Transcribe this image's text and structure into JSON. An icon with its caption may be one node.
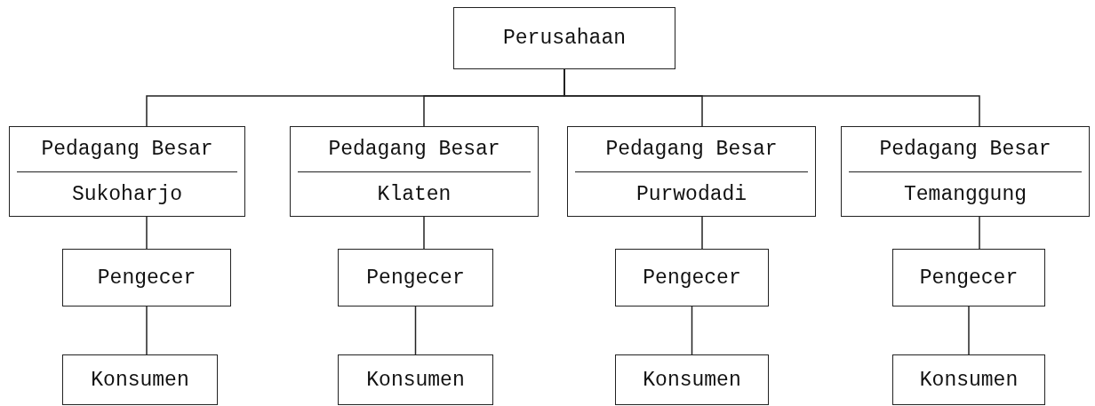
{
  "diagram": {
    "nodes": [
      {
        "text": [
          "Perusahaan"
        ]
      },
      {
        "text": [
          "Pedagang Besar",
          "Sukoharjo"
        ]
      },
      {
        "text": [
          "Pedagang Besar",
          "Klaten"
        ]
      },
      {
        "text": [
          "Pedagang Besar",
          "Purwodadi"
        ]
      },
      {
        "text": [
          "Pedagang Besar",
          "Temanggung"
        ]
      },
      {
        "text": [
          "Pengecer"
        ]
      },
      {
        "text": [
          "Pengecer"
        ]
      },
      {
        "text": [
          "Pengecer"
        ]
      },
      {
        "text": [
          "Pengecer"
        ]
      },
      {
        "text": [
          "Konsumen"
        ]
      },
      {
        "text": [
          "Konsumen"
        ]
      },
      {
        "text": [
          "Konsumen"
        ]
      },
      {
        "text": [
          "Konsumen"
        ]
      }
    ],
    "edges": [
      {
        "from": 0,
        "to": 1,
        "arrow": "none"
      },
      {
        "from": 0,
        "to": 2,
        "arrow": "none"
      },
      {
        "from": 0,
        "to": 3,
        "arrow": "none"
      },
      {
        "from": 0,
        "to": 4,
        "arrow": "none"
      },
      {
        "from": 1,
        "to": 5,
        "arrow": "none"
      },
      {
        "from": 2,
        "to": 6,
        "arrow": "none"
      },
      {
        "from": 3,
        "to": 7,
        "arrow": "none"
      },
      {
        "from": 4,
        "to": 8,
        "arrow": "none"
      },
      {
        "from": 5,
        "to": 9,
        "arrow": "none"
      },
      {
        "from": 6,
        "to": 10,
        "arrow": "none"
      },
      {
        "from": 7,
        "to": 11,
        "arrow": "none"
      },
      {
        "from": 8,
        "to": 12,
        "arrow": "none"
      }
    ]
  }
}
